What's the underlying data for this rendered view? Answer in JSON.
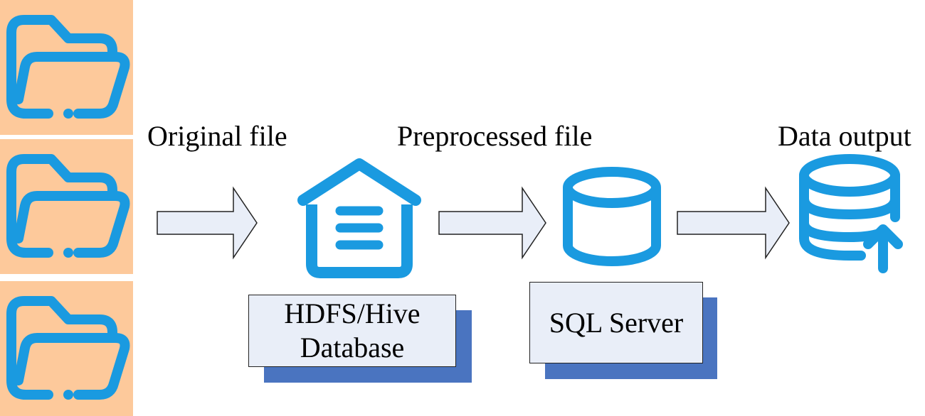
{
  "sources": {
    "icon": "folder-icon",
    "count": 3,
    "tile_color": "#fdc99b",
    "icon_color": "#1a9ae0"
  },
  "stages": {
    "original": "Original file",
    "preprocessed": "Preprocessed file",
    "output": "Data output"
  },
  "nodes": {
    "hive": {
      "line1": "HDFS/Hive",
      "line2": "Database",
      "icon": "warehouse-icon"
    },
    "sql": {
      "label": "SQL Server",
      "icon": "cylinder-database-icon"
    },
    "output": {
      "icon": "database-upload-icon"
    }
  },
  "colors": {
    "icon_blue": "#1a9ae0",
    "arrow_fill": "#e9eef8",
    "card_fill": "#e9eef8",
    "card_shadow": "#4a74c0"
  }
}
